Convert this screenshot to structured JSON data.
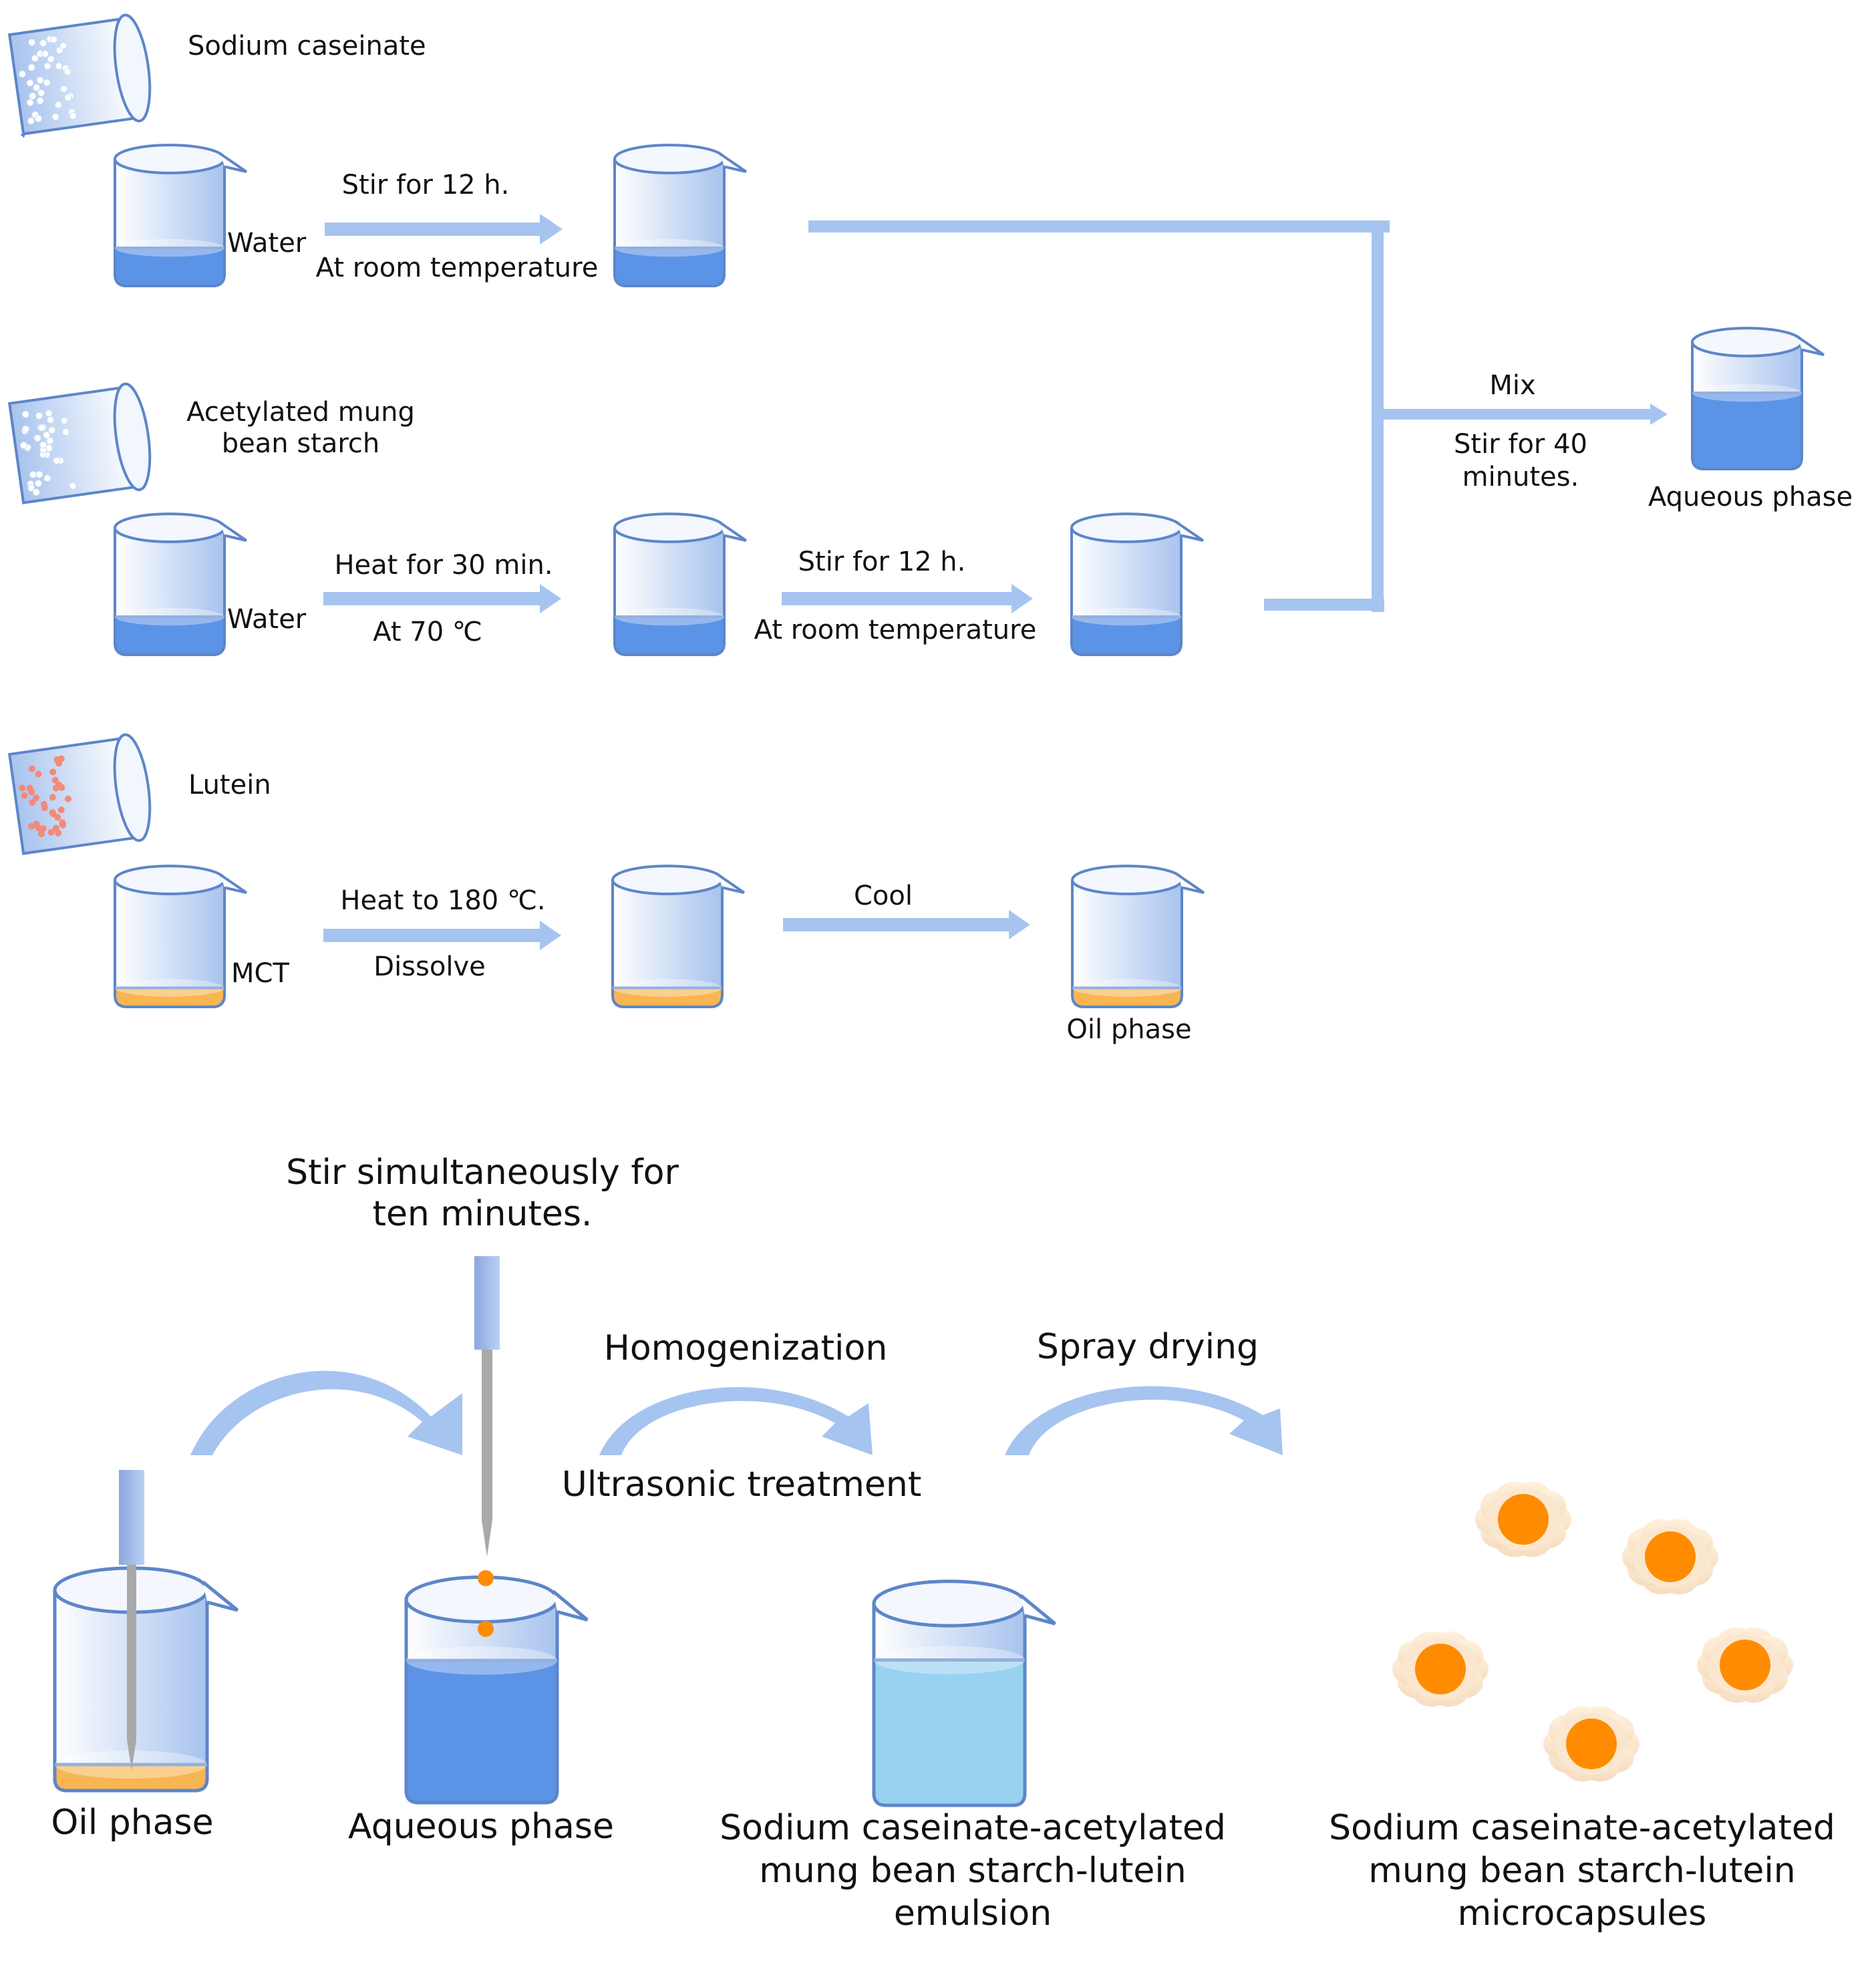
{
  "top": {
    "row1": {
      "ingredient": "Sodium caseinate",
      "solvent": "Water",
      "step1_top": "Stir for 12 h.",
      "step1_bottom": "At room temperature"
    },
    "row2": {
      "ingredient_line1": "Acetylated mung",
      "ingredient_line2": "bean starch",
      "solvent": "Water",
      "step1_top": "Heat for 30 min.",
      "step1_bottom": "At 70 ℃",
      "step2_top": "Stir for 12 h.",
      "step2_bottom": "At room temperature"
    },
    "row3": {
      "ingredient": "Lutein",
      "solvent": "MCT",
      "step1_top": "Heat to 180 ℃.",
      "step1_bottom": "Dissolve",
      "step2_top": "Cool",
      "result": "Oil phase"
    },
    "merge": {
      "top": "Mix",
      "bottom_line1": "Stir for 40",
      "bottom_line2": "minutes.",
      "result": "Aqueous phase"
    }
  },
  "bottom": {
    "stir_line1": "Stir simultaneously for",
    "stir_line2": "ten minutes.",
    "homogenization": "Homogenization",
    "ultrasonic": "Ultrasonic treatment",
    "spray": "Spray drying",
    "oil_phase": "Oil phase",
    "aqueous_phase": "Aqueous phase",
    "emulsion_line1": "Sodium caseinate-acetylated",
    "emulsion_line2": "mung bean starch-lutein",
    "emulsion_line3": "emulsion",
    "micro_line1": "Sodium caseinate-acetylated",
    "micro_line2": "mung bean starch-lutein",
    "micro_line3": "microcapsules"
  },
  "colors": {
    "arrow": "#a6c4f0",
    "water": "#5b93e6",
    "oil": "#f9b552",
    "emulsion": "#98d2f0",
    "dot_orange": "#ff8c00",
    "particle_dot": "#f28a7a"
  }
}
